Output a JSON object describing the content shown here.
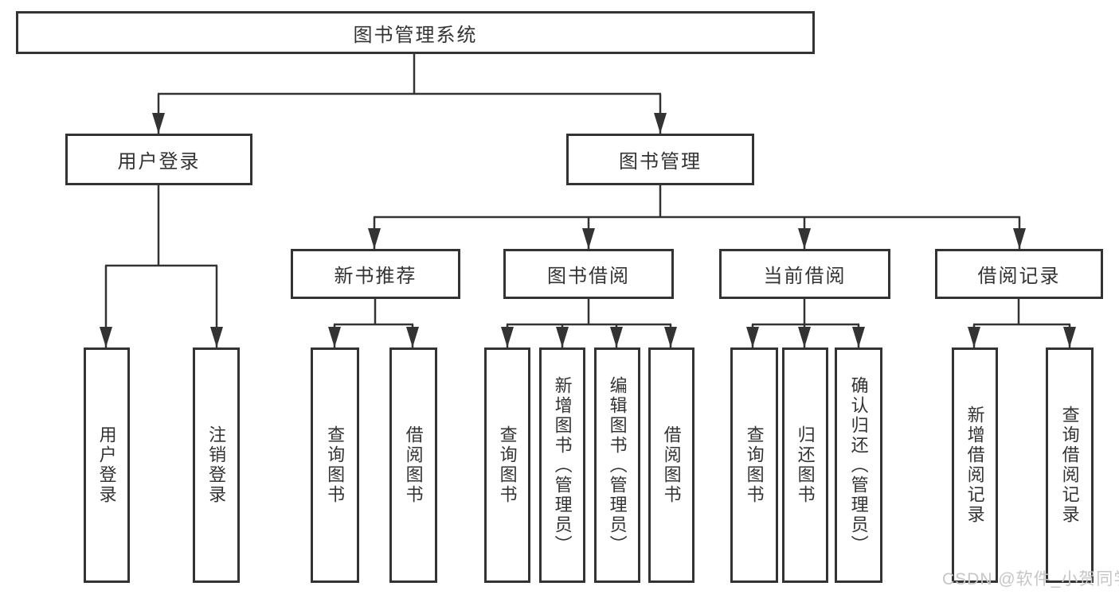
{
  "diagram": {
    "root_label": "图书管理系统",
    "level1": {
      "user_login": {
        "label": "用户登录",
        "leaves": [
          "用户登录",
          "注销登录"
        ]
      },
      "book_management": {
        "label": "图书管理",
        "groups": [
          {
            "label": "新书推荐",
            "leaves": [
              "查询图书",
              "借阅图书"
            ]
          },
          {
            "label": "图书借阅",
            "leaves": [
              "查询图书",
              "新增图书（管理员）",
              "编辑图书（管理员）",
              "借阅图书"
            ]
          },
          {
            "label": "当前借阅",
            "leaves": [
              "查询图书",
              "归还图书",
              "确认归还（管理员）"
            ]
          },
          {
            "label": "借阅记录",
            "leaves": [
              "新增借阅记录",
              "查询借阅记录"
            ]
          }
        ]
      }
    }
  },
  "watermark": "CSDN @软件_小贺同学",
  "colors": {
    "line": "#333333",
    "text": "#333333",
    "box_background": "#ffffff",
    "watermark": "#c6c6c6",
    "page_background": "#ffffff"
  }
}
